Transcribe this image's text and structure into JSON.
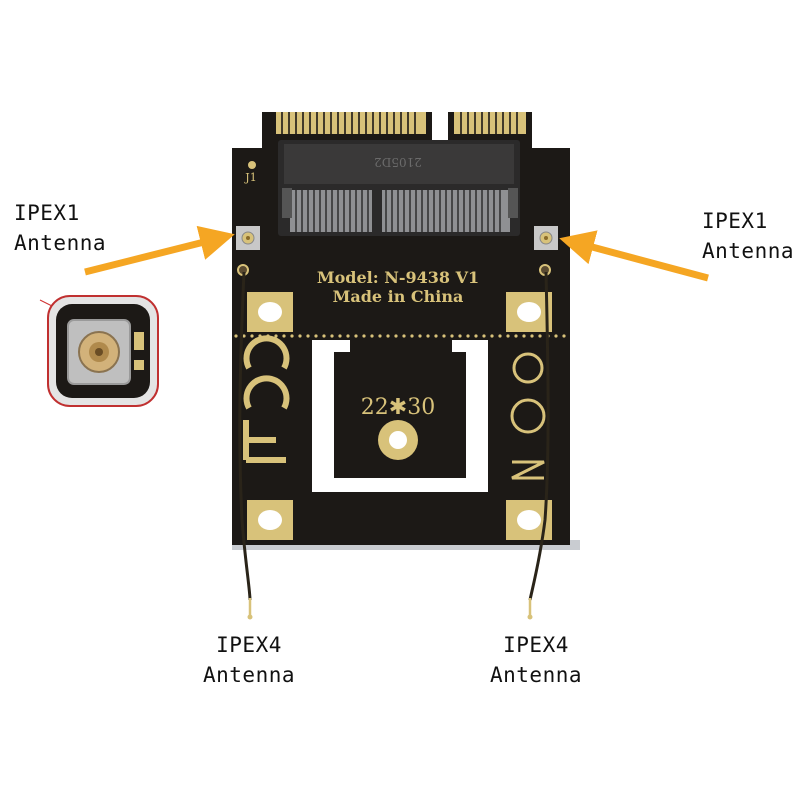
{
  "labels": {
    "top_left": {
      "line1": "IPEX1",
      "line2": "Antenna"
    },
    "top_right": {
      "line1": "IPEX1",
      "line2": "Antenna"
    },
    "bottom_left": {
      "line1": "IPEX4",
      "line2": "Antenna"
    },
    "bottom_right": {
      "line1": "IPEX4",
      "line2": "Antenna"
    }
  },
  "board": {
    "model_line": "Model: N-9438 V1",
    "made_line": "Made in China",
    "size_marking": "22✱30",
    "connector_marking": "2105D2",
    "ref_designator": "J1"
  },
  "colors": {
    "pcb": "#1c1916",
    "gold": "#d8c27a",
    "arrow": "#f5a623",
    "label_text": "#111111"
  }
}
